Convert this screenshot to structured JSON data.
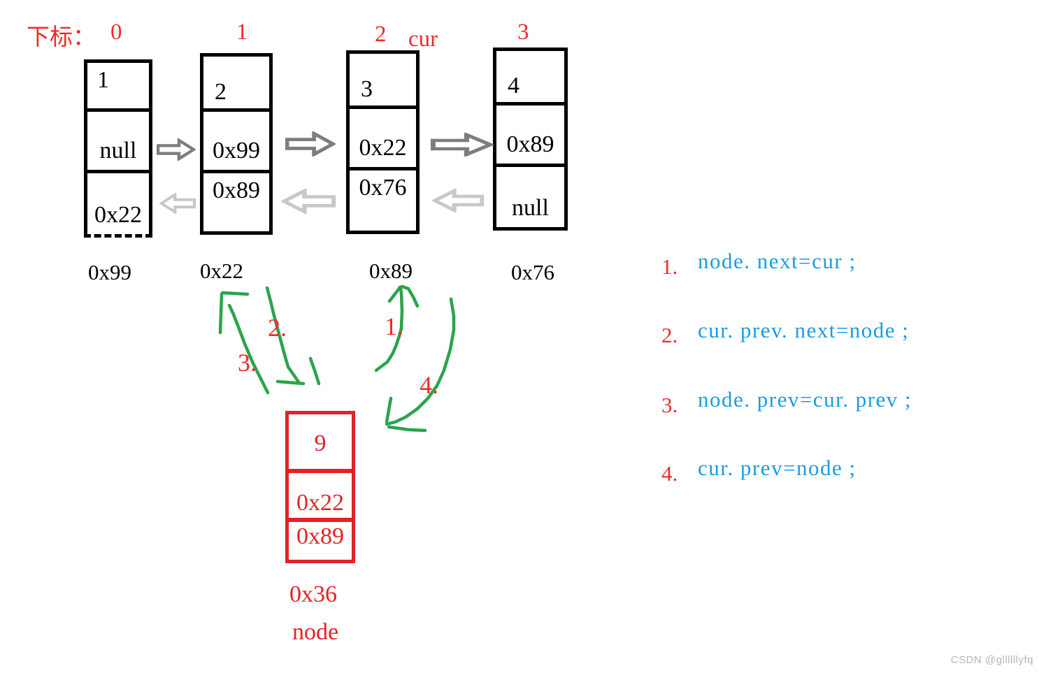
{
  "header": {
    "label": "下标：",
    "indices": [
      "0",
      "1",
      "2",
      "3"
    ],
    "cur_label": "cur"
  },
  "nodes": [
    {
      "cells": [
        "1",
        "null",
        "0x22"
      ],
      "address": "0x99"
    },
    {
      "cells": [
        "2",
        "0x99",
        "0x89"
      ],
      "address": "0x22"
    },
    {
      "cells": [
        "3",
        "0x22",
        "0x76"
      ],
      "address": "0x89"
    },
    {
      "cells": [
        "4",
        "0x89",
        "null"
      ],
      "address": "0x76"
    }
  ],
  "new_node": {
    "cells": [
      "9",
      "0x22",
      "0x89"
    ],
    "address": "0x36",
    "label": "node"
  },
  "scribble_labels": {
    "s1": "1.",
    "s2": "2.",
    "s3": "3.",
    "s4": "4."
  },
  "steps": [
    {
      "num": "1.",
      "code": "node. next=cur ;"
    },
    {
      "num": "2.",
      "code": "cur. prev. next=node ;"
    },
    {
      "num": "3.",
      "code": "node. prev=cur. prev ;"
    },
    {
      "num": "4.",
      "code": "cur. prev=node ;"
    }
  ],
  "watermark": "CSDN @gllllllyfq",
  "colors": {
    "red": "#ee2b29",
    "node_red": "#e32227",
    "blue": "#1a9ce0",
    "green": "#2aa44a",
    "arrow_dark_gray": "#7d7d7d",
    "arrow_light_gray": "#c8c8c8"
  }
}
